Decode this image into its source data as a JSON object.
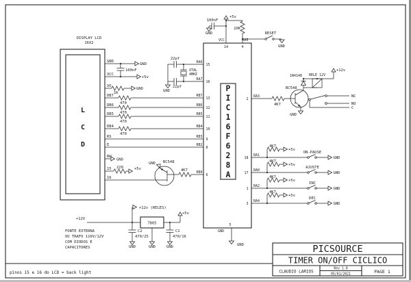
{
  "labels": {
    "gnd": "GND",
    "p5v": "+5v",
    "p12v": "+12v",
    "r470": "470",
    "r4k7": "4K7",
    "r1k": "1K",
    "r10k": "10K",
    "r220": "220",
    "c100nf": "100nF",
    "c22pf": "22pf",
    "bc548": "BC548"
  },
  "lcd": {
    "title1": "DISPLAY LCD",
    "title2": "16X2",
    "big": [
      "L",
      "C",
      "D"
    ],
    "pins": [
      "GND",
      "VCC",
      "VO",
      "DB7",
      "DB6",
      "DB5",
      "DB4",
      "RS",
      "E",
      "RW",
      "15",
      "16"
    ]
  },
  "mcu": {
    "chars": [
      "P",
      "I",
      "C",
      "1",
      "6",
      "F",
      "6",
      "2",
      "8",
      "A"
    ],
    "top": {
      "vcc": "VCC",
      "vcc_pin": "14",
      "ra5": "RA5",
      "ra5_pin": "4"
    },
    "left": [
      {
        "num": "15",
        "port": "RA6"
      },
      {
        "num": "16",
        "port": "RA7"
      },
      {
        "num": "13",
        "port": "RB7"
      },
      {
        "num": "12",
        "port": "RB6"
      },
      {
        "num": "11",
        "port": "RB5"
      },
      {
        "num": "10",
        "port": "RB4"
      },
      {
        "num": "9",
        "port": "RB3"
      },
      {
        "num": "8",
        "port": "RB2"
      },
      {
        "num": "6",
        "port": "RB0"
      }
    ],
    "right": [
      {
        "num": "2",
        "port": "RA3"
      },
      {
        "num": "18",
        "port": "RA1"
      },
      {
        "num": "17",
        "port": "RA0"
      },
      {
        "num": "1",
        "port": "RA2"
      },
      {
        "num": "3",
        "port": "RA4"
      }
    ],
    "bottom": {
      "num": "5",
      "port": "GND"
    }
  },
  "crystal": {
    "xtal": "XTAL",
    "freq": "4MHZ"
  },
  "reset": {
    "label": "RESET"
  },
  "relay": {
    "diode": "1N4148",
    "coil": "RELE 12V",
    "nc": "NC",
    "no": "NO",
    "c": "C"
  },
  "buttons": [
    "ON-PAUSE",
    "AJUSTE",
    "INC",
    "DEC"
  ],
  "psu": {
    "out12": "+12v (RELES)",
    "in12": "+12V",
    "reg": "7805",
    "c2": "C2",
    "c2_val": "470/25",
    "c1": "C1",
    "c1_val": "470/16",
    "note": [
      "FONTE EXTERNA",
      "OU TRAFO 110V/12V",
      "COM DIODOS E",
      "CAPACITORES"
    ]
  },
  "footnote": "pinos 15  e 16 do LCD = back light",
  "title_block": {
    "company": "PICSOURCE",
    "title": "TIMER ON/OFF CICLICO",
    "author": "CLAUDIO LARIOS",
    "rev": "Rev 1.0",
    "date": "05/01/2021",
    "page": "PAGE 1"
  }
}
